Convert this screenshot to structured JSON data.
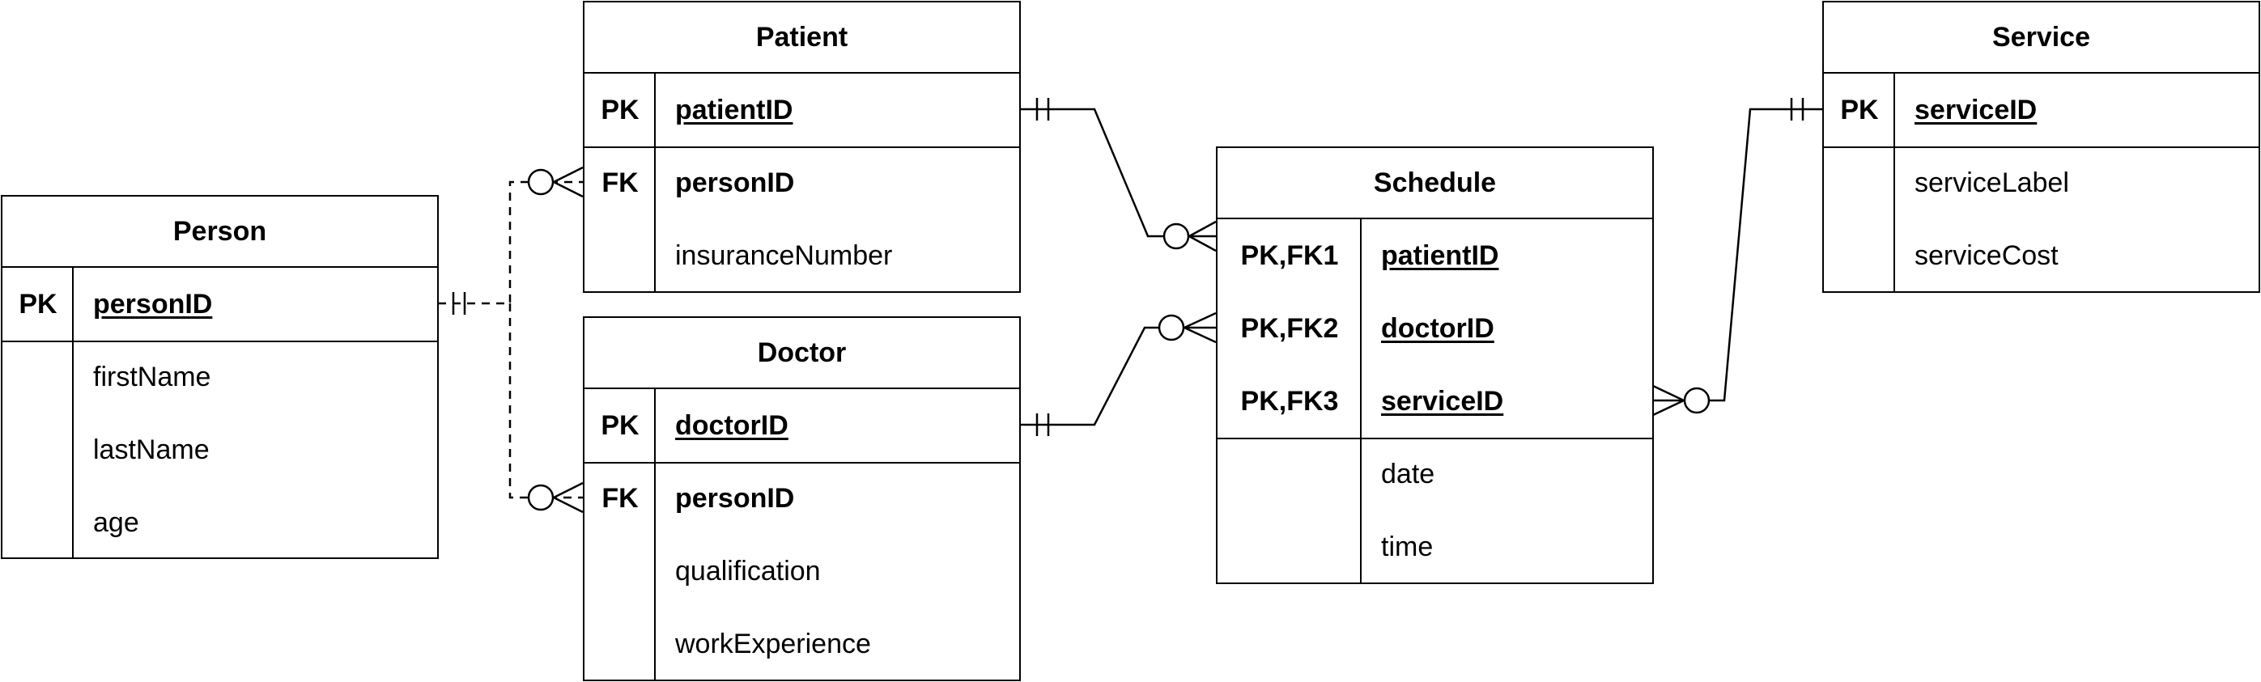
{
  "entities": {
    "person": {
      "title": "Person",
      "rows": [
        {
          "key": "PK",
          "field": "personID"
        },
        {
          "key": "",
          "field": "firstName"
        },
        {
          "key": "",
          "field": "lastName"
        },
        {
          "key": "",
          "field": "age"
        }
      ]
    },
    "patient": {
      "title": "Patient",
      "rows": [
        {
          "key": "PK",
          "field": "patientID"
        },
        {
          "key": "FK",
          "field": "personID"
        },
        {
          "key": "",
          "field": "insuranceNumber"
        }
      ]
    },
    "doctor": {
      "title": "Doctor",
      "rows": [
        {
          "key": "PK",
          "field": "doctorID"
        },
        {
          "key": "FK",
          "field": "personID"
        },
        {
          "key": "",
          "field": "qualification"
        },
        {
          "key": "",
          "field": "workExperience"
        }
      ]
    },
    "schedule": {
      "title": "Schedule",
      "rows": [
        {
          "key": "PK,FK1",
          "field": "patientID"
        },
        {
          "key": "PK,FK2",
          "field": "doctorID"
        },
        {
          "key": "PK,FK3",
          "field": "serviceID"
        },
        {
          "key": "",
          "field": "date"
        },
        {
          "key": "",
          "field": "time"
        }
      ]
    },
    "service": {
      "title": "Service",
      "rows": [
        {
          "key": "PK",
          "field": "serviceID"
        },
        {
          "key": "",
          "field": "serviceLabel"
        },
        {
          "key": "",
          "field": "serviceCost"
        }
      ]
    }
  },
  "relationships": [
    {
      "from": "Person",
      "to": "Patient",
      "from_cardinality": "exactly-one",
      "to_cardinality": "zero-or-many",
      "style": "dashed"
    },
    {
      "from": "Person",
      "to": "Doctor",
      "from_cardinality": "exactly-one",
      "to_cardinality": "zero-or-many",
      "style": "dashed"
    },
    {
      "from": "Patient",
      "to": "Schedule",
      "from_cardinality": "exactly-one",
      "to_cardinality": "zero-or-many",
      "style": "solid"
    },
    {
      "from": "Doctor",
      "to": "Schedule",
      "from_cardinality": "exactly-one",
      "to_cardinality": "zero-or-many",
      "style": "solid"
    },
    {
      "from": "Service",
      "to": "Schedule",
      "from_cardinality": "exactly-one",
      "to_cardinality": "zero-or-many",
      "style": "solid"
    }
  ]
}
